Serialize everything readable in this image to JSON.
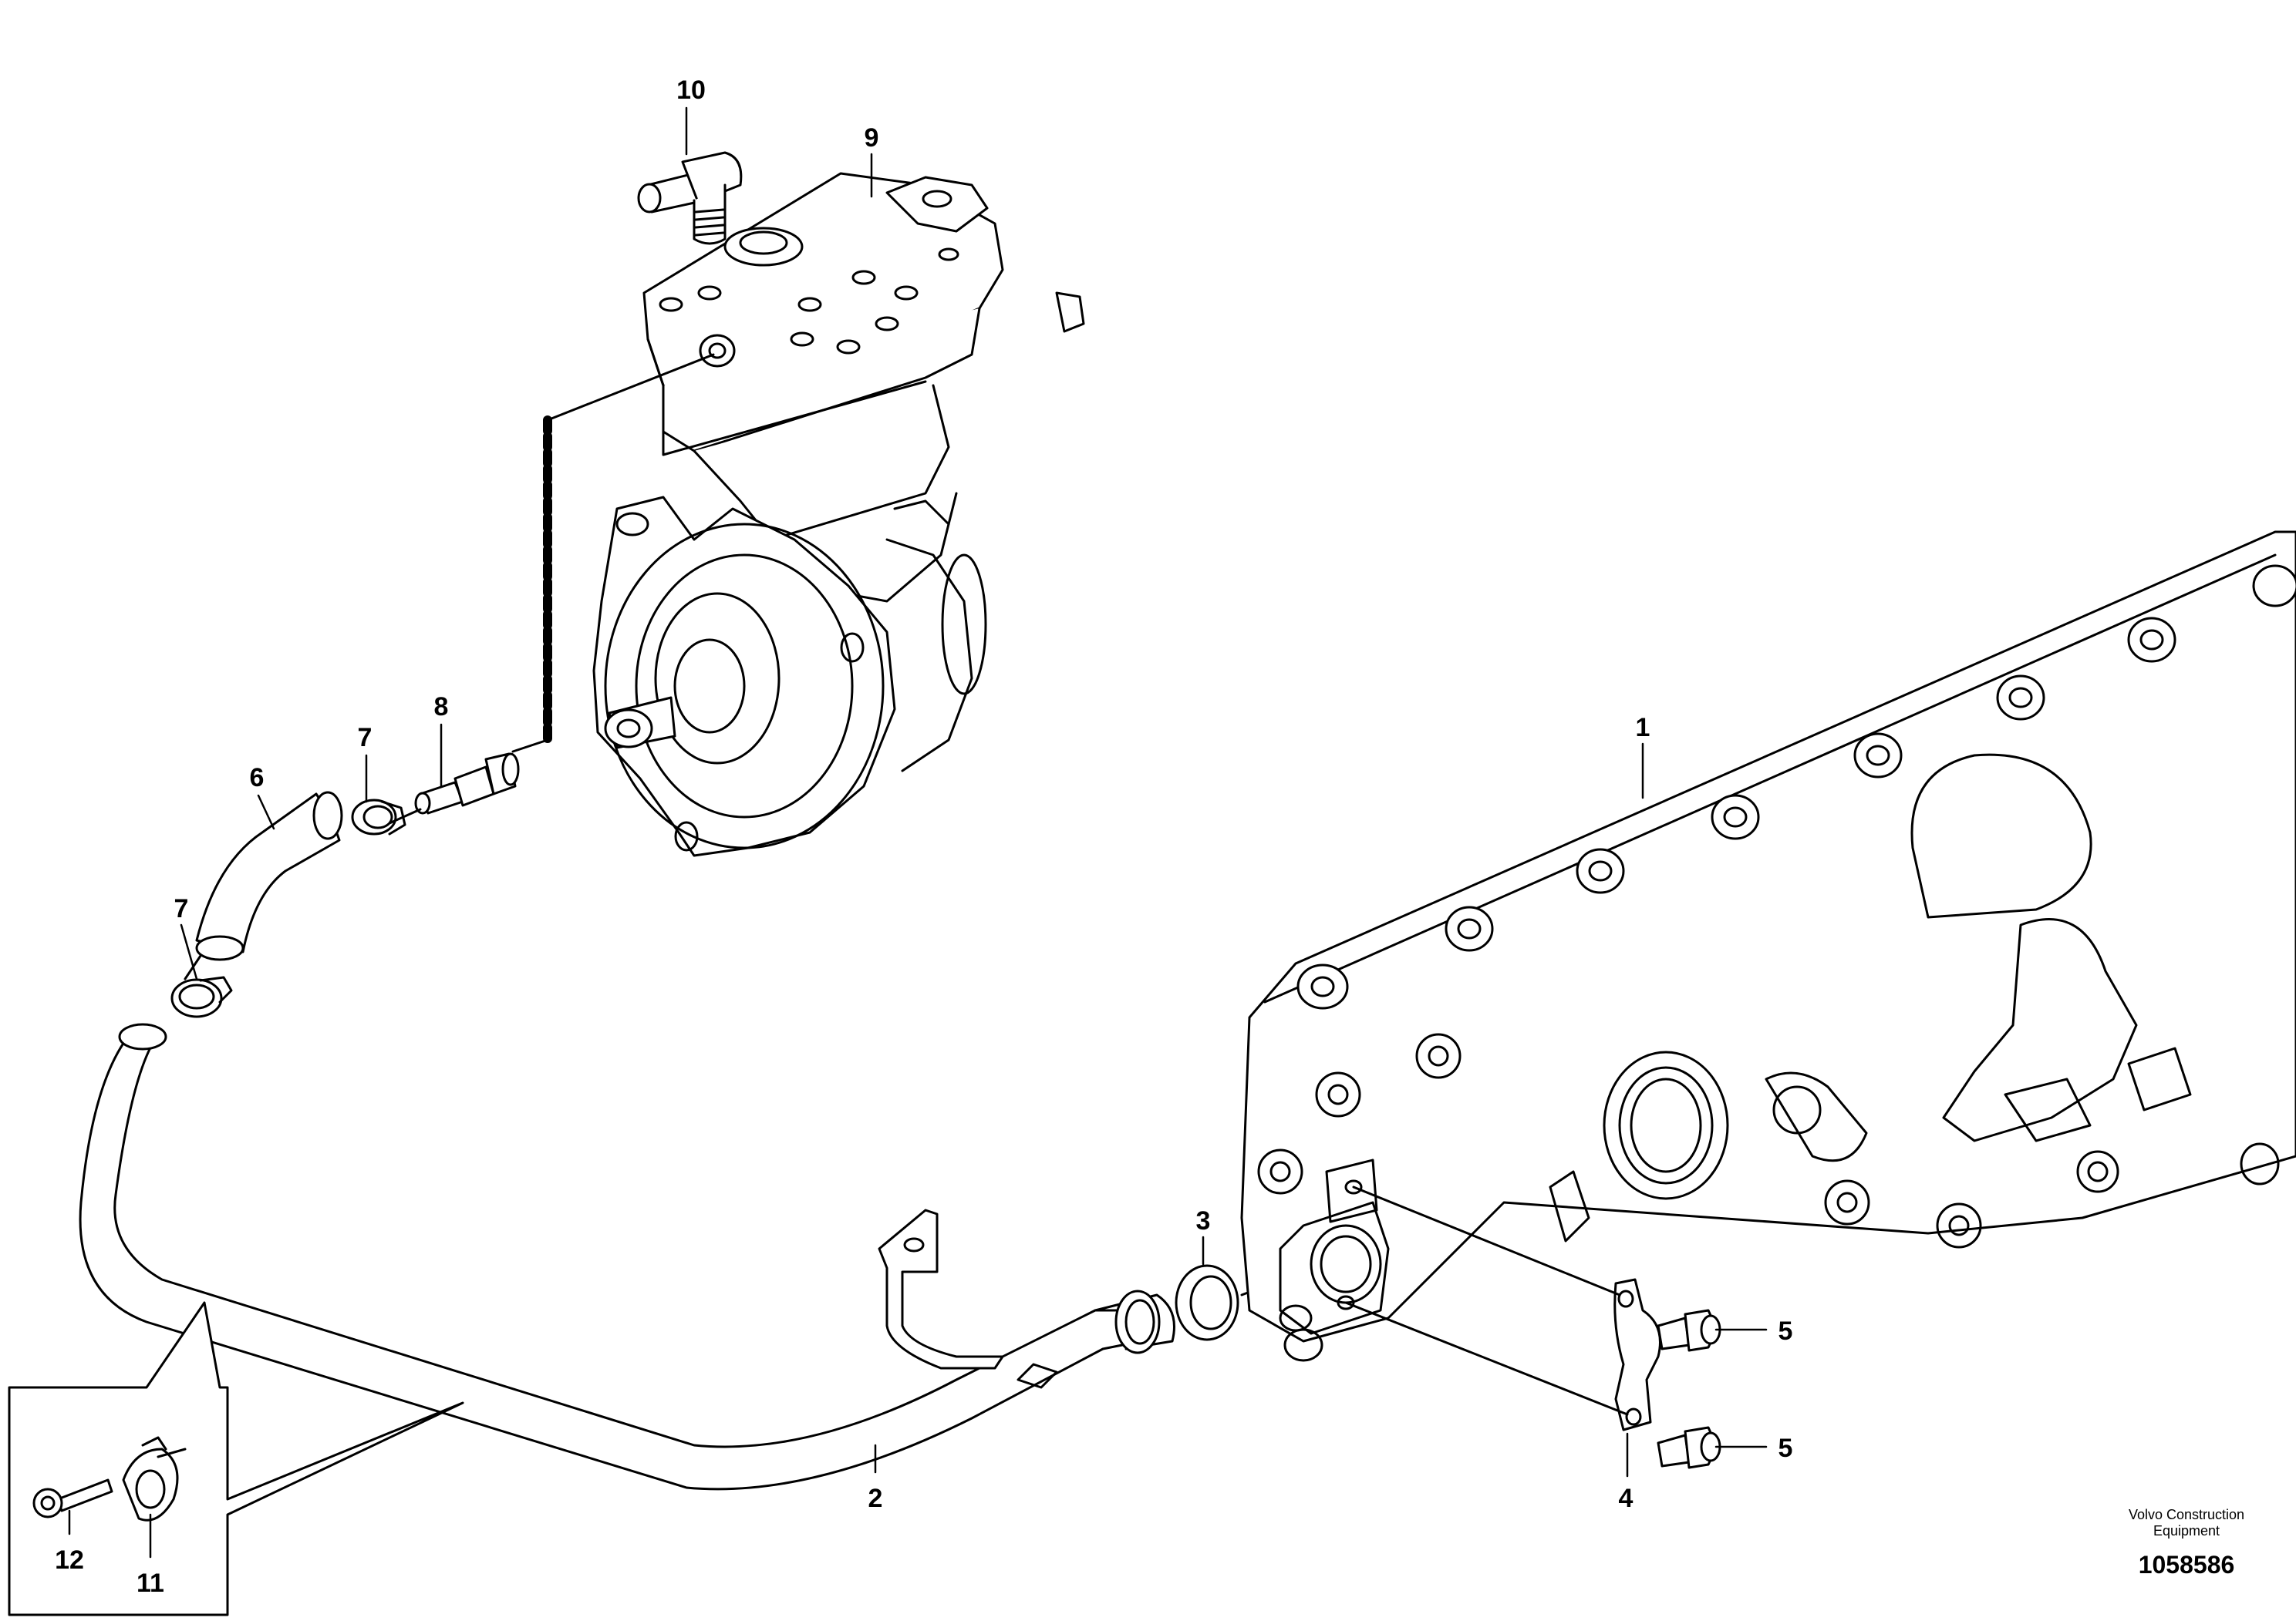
{
  "diagram": {
    "callouts": [
      {
        "id": "1",
        "label": "1"
      },
      {
        "id": "2",
        "label": "2"
      },
      {
        "id": "3",
        "label": "3"
      },
      {
        "id": "4",
        "label": "4"
      },
      {
        "id": "5a",
        "label": "5"
      },
      {
        "id": "5b",
        "label": "5"
      },
      {
        "id": "6",
        "label": "6"
      },
      {
        "id": "7a",
        "label": "7"
      },
      {
        "id": "7b",
        "label": "7"
      },
      {
        "id": "8",
        "label": "8"
      },
      {
        "id": "9",
        "label": "9"
      },
      {
        "id": "10",
        "label": "10"
      },
      {
        "id": "11",
        "label": "11"
      },
      {
        "id": "12",
        "label": "12"
      }
    ],
    "credit": {
      "company_line1": "Volvo Construction",
      "company_line2": "Equipment",
      "document_number": "1058586"
    }
  }
}
